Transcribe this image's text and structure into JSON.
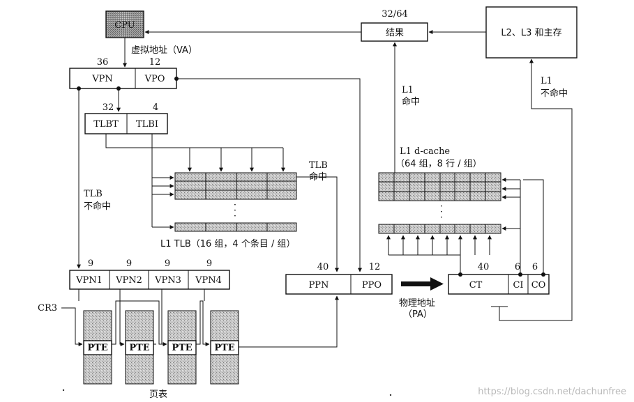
{
  "cpu": "CPU",
  "result": {
    "bits": "32/64",
    "label": "结果"
  },
  "memory": "L2、L3 和主存",
  "va": {
    "label": "虚拟地址（VA）",
    "vpn": "VPN",
    "vpo": "VPO",
    "vpn_bits": "36",
    "vpo_bits": "12"
  },
  "tlb_index": {
    "tlbt": "TLBT",
    "tlbi": "TLBI",
    "tlbt_bits": "32",
    "tlbi_bits": "4"
  },
  "tlb": {
    "caption": "L1 TLB（16 组，4 个条目 / 组）",
    "hit_line1": "TLB",
    "hit_line2": "命中",
    "miss_line1": "TLB",
    "miss_line2": "不命中",
    "dots": "·"
  },
  "vpns": {
    "labels": [
      "VPN1",
      "VPN2",
      "VPN3",
      "VPN4"
    ],
    "bits": [
      "9",
      "9",
      "9",
      "9"
    ]
  },
  "cr3": "CR3",
  "pte": "PTE",
  "page_table": "页表",
  "pa": {
    "ppn": "PPN",
    "ppo": "PPO",
    "ppn_bits": "40",
    "ppo_bits": "12",
    "label_line1": "物理地址",
    "label_line2": "（PA）"
  },
  "cache": {
    "title_line1": "L1 d-cache",
    "title_line2": "（64 组，8 行 / 组）",
    "hit_line1": "L1",
    "hit_line2": "命中",
    "miss_line1": "L1",
    "miss_line2": "不命中",
    "ct": "CT",
    "ci": "CI",
    "co": "CO",
    "ct_bits": "40",
    "ci_bits": "6",
    "co_bits": "6"
  },
  "watermark": "https://blog.csdn.net/dachunfree"
}
